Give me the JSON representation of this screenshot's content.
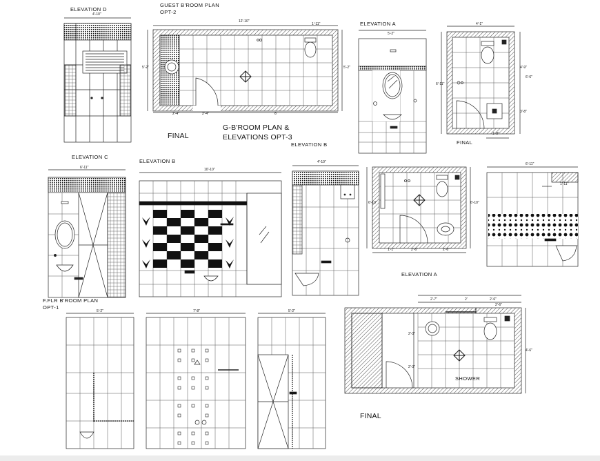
{
  "labels": {
    "elev_d": "ELEVATION D",
    "guest_plan": "GUEST B'ROOM PLAN",
    "opt2": "OPT-2",
    "elev_a_top": "ELEVATION A",
    "final_1": "FINAL",
    "gb_title_1": "G-B'ROOM PLAN &",
    "gb_title_2": "ELEVATIONS OPT-3",
    "elev_b_right": "ELEVATION B",
    "final_2": "FINAL",
    "elev_c": "ELEVATION C",
    "elev_b_mid": "ELEVATION B",
    "elev_a_mid": "ELEVATION A",
    "fflr_plan": "F.FLR B'ROOM PLAN",
    "opt1": "OPT-1",
    "shower": "SHOWER",
    "final_3": "FINAL"
  },
  "dimensions": {
    "d1": "4'-10\"",
    "d2": "12'-10\"",
    "d3": "1'-11\"",
    "d4": "5'-2\"",
    "d5": "5'-2\"",
    "d6": "2'-4\"",
    "d7": "2'-4\"",
    "d8": "6'",
    "d9": "5'-2\"",
    "d10": "4'-1\"",
    "d11": "6'-11\"",
    "d12": "4'-9\"",
    "d13": "6'-6\"",
    "d14": "3'-8\"",
    "d15": "1'-8\"",
    "d16": "6'-11\"",
    "d17": "10'-10\"",
    "d18": "4'-10\"",
    "d19": "6'-11\"",
    "d20": "6'-10\"",
    "d21": "6'-10\"",
    "d22": "1'-1\"",
    "d23": "2'-6\"",
    "d24": "2'-6\"",
    "d25": "5'-2\"",
    "d26": "7'-8\"",
    "d27": "5'-2\"",
    "d28": "2'-7\"",
    "d29": "2'",
    "d30": "2'-6\"",
    "d31": "2'-3\"",
    "d32": "2'-3\"",
    "d33": "2'-6\"",
    "d34": "4'-6\"",
    "d35": "1'-11\""
  }
}
